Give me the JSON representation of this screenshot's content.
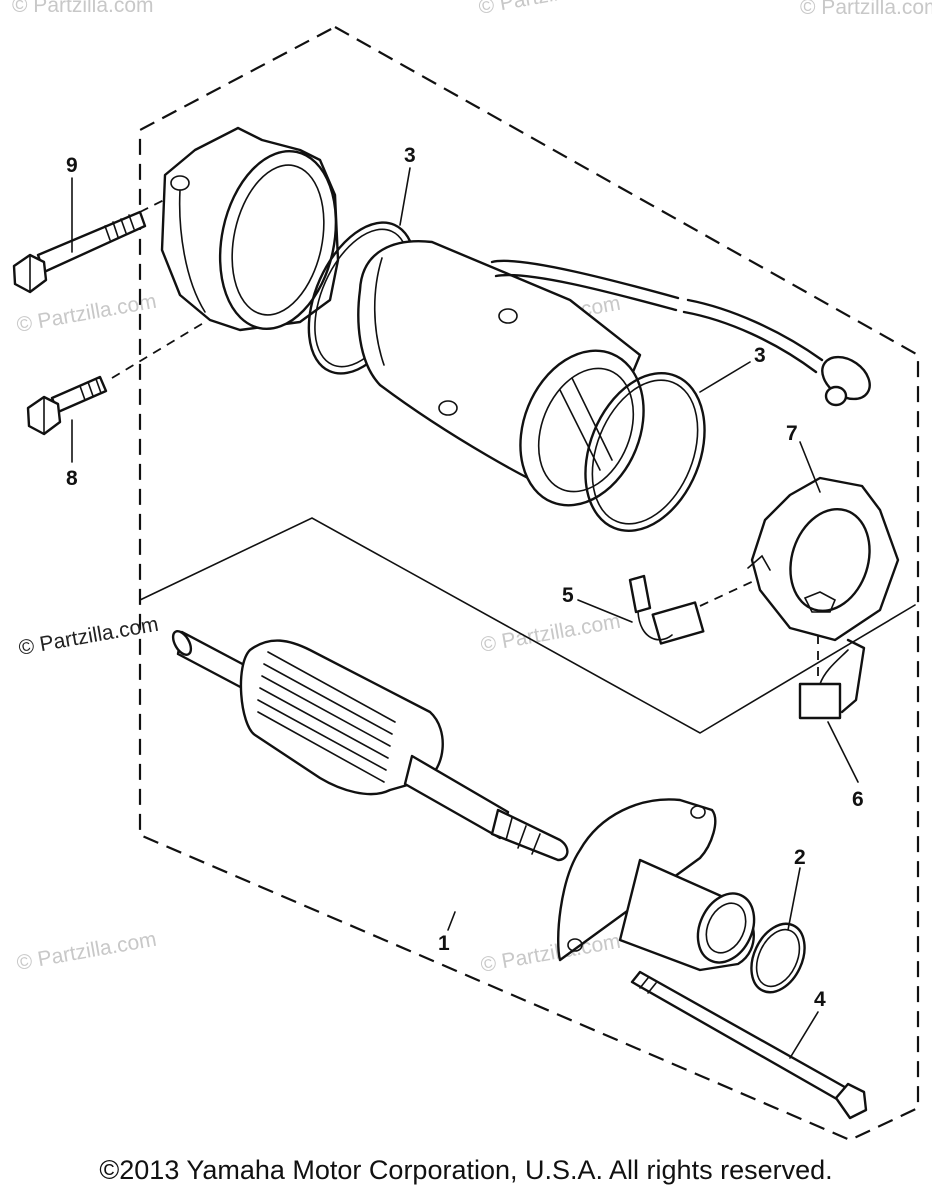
{
  "callouts": {
    "p1": "1",
    "p2": "2",
    "p3a": "3",
    "p3b": "3",
    "p4": "4",
    "p5": "5",
    "p6": "6",
    "p7": "7",
    "p8": "8",
    "p9": "9"
  },
  "watermarks": {
    "w1": "© Partzilla.com",
    "w2": "© Partzilla.com",
    "w3": "© Partzilla.com",
    "w4": "© Partzilla.com",
    "w5": "© Partzilla.com",
    "w6": "© Partzilla.com",
    "w7": "© Partzilla.com",
    "w8": "© Partzilla.com",
    "dark": "© Partzilla.com"
  },
  "footer": {
    "copyright": "©2013  Yamaha Motor Corporation, U.S.A. All rights reserved."
  }
}
